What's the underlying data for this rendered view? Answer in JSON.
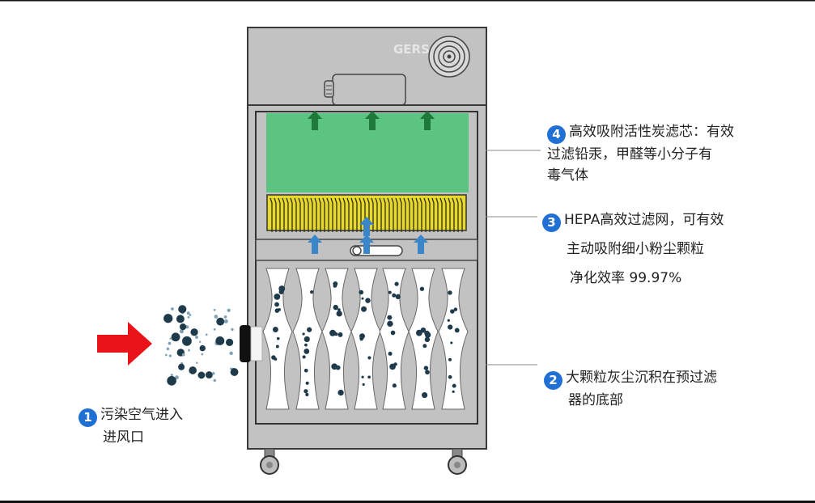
{
  "brand": "GERS",
  "callouts": [
    {
      "num": "1",
      "lines": [
        "污染空气进入",
        "进风口"
      ]
    },
    {
      "num": "2",
      "lines": [
        "大颗粒灰尘沉积在预过滤",
        "器的底部"
      ]
    },
    {
      "num": "3",
      "lines": [
        "HEPA高效过滤网，可有效",
        "主动吸附细小粉尘颗粒",
        "净化效率  99.97%"
      ]
    },
    {
      "num": "4",
      "lines": [
        "高效吸附活性炭滤芯：有效",
        "过滤铅汞，甲醛等小分子有",
        "毒气体"
      ]
    }
  ],
  "colors": {
    "cabinet": "#c2c2c2",
    "cabinet_dark": "#3a3a3a",
    "carbon_green": "#5bc480",
    "hepa_yellow": "#e6d92a",
    "green_arrow": "#1f7a3a",
    "blue_arrow": "#3a86c8",
    "red_arrow": "#e8141a",
    "badge_blue": "#1f6fd4"
  },
  "icons": [
    "red-arrow-icon",
    "green-arrow-icon",
    "blue-arrow-icon",
    "fan-grille-icon",
    "wheel-icon"
  ]
}
